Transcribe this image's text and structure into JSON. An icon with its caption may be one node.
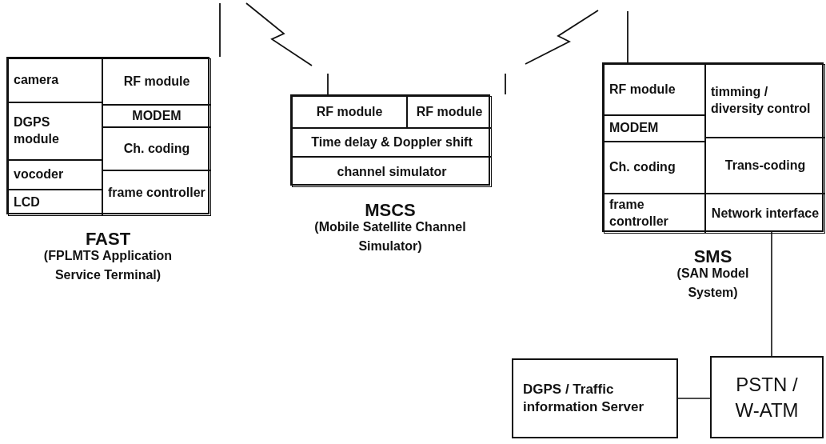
{
  "diagram": {
    "nodes": [
      {
        "text": [
          "FAST",
          "(FPLMTS Application Service Terminal)"
        ]
      },
      {
        "text": [
          "camera"
        ],
        "in": 0
      },
      {
        "text": [
          "DGPS module"
        ],
        "in": 0
      },
      {
        "text": [
          "vocoder"
        ],
        "in": 0
      },
      {
        "text": [
          "LCD"
        ],
        "in": 0
      },
      {
        "text": [
          "RF module"
        ],
        "in": 0
      },
      {
        "text": [
          "MODEM"
        ],
        "in": 0
      },
      {
        "text": [
          "Ch. coding"
        ],
        "in": 0
      },
      {
        "text": [
          "frame controller"
        ],
        "in": 0
      },
      {
        "text": [
          "MSCS",
          "(Mobile Satellite Channel Simulator)"
        ]
      },
      {
        "text": [
          "RF module"
        ],
        "in": 9
      },
      {
        "text": [
          "RF module"
        ],
        "in": 9
      },
      {
        "text": [
          "Time delay & Doppler shift"
        ],
        "in": 9
      },
      {
        "text": [
          "channel simulator"
        ],
        "in": 9
      },
      {
        "text": [
          "SMS",
          "(SAN Model System)"
        ]
      },
      {
        "text": [
          "RF module"
        ],
        "in": 14
      },
      {
        "text": [
          "MODEM"
        ],
        "in": 14
      },
      {
        "text": [
          "Ch. coding"
        ],
        "in": 14
      },
      {
        "text": [
          "frame controller"
        ],
        "in": 14
      },
      {
        "text": [
          "timming / diversity control"
        ],
        "in": 14
      },
      {
        "text": [
          "Trans-coding"
        ],
        "in": 14
      },
      {
        "text": [
          "Network interface"
        ],
        "in": 14
      },
      {
        "text": [
          "DGPS / Traffic information Server"
        ]
      },
      {
        "text": [
          "PSTN / W-ATM"
        ]
      }
    ],
    "edges": [
      {
        "from": 14,
        "to": 23,
        "arrow": "none"
      },
      {
        "from": 22,
        "to": 23,
        "arrow": "none"
      }
    ]
  }
}
